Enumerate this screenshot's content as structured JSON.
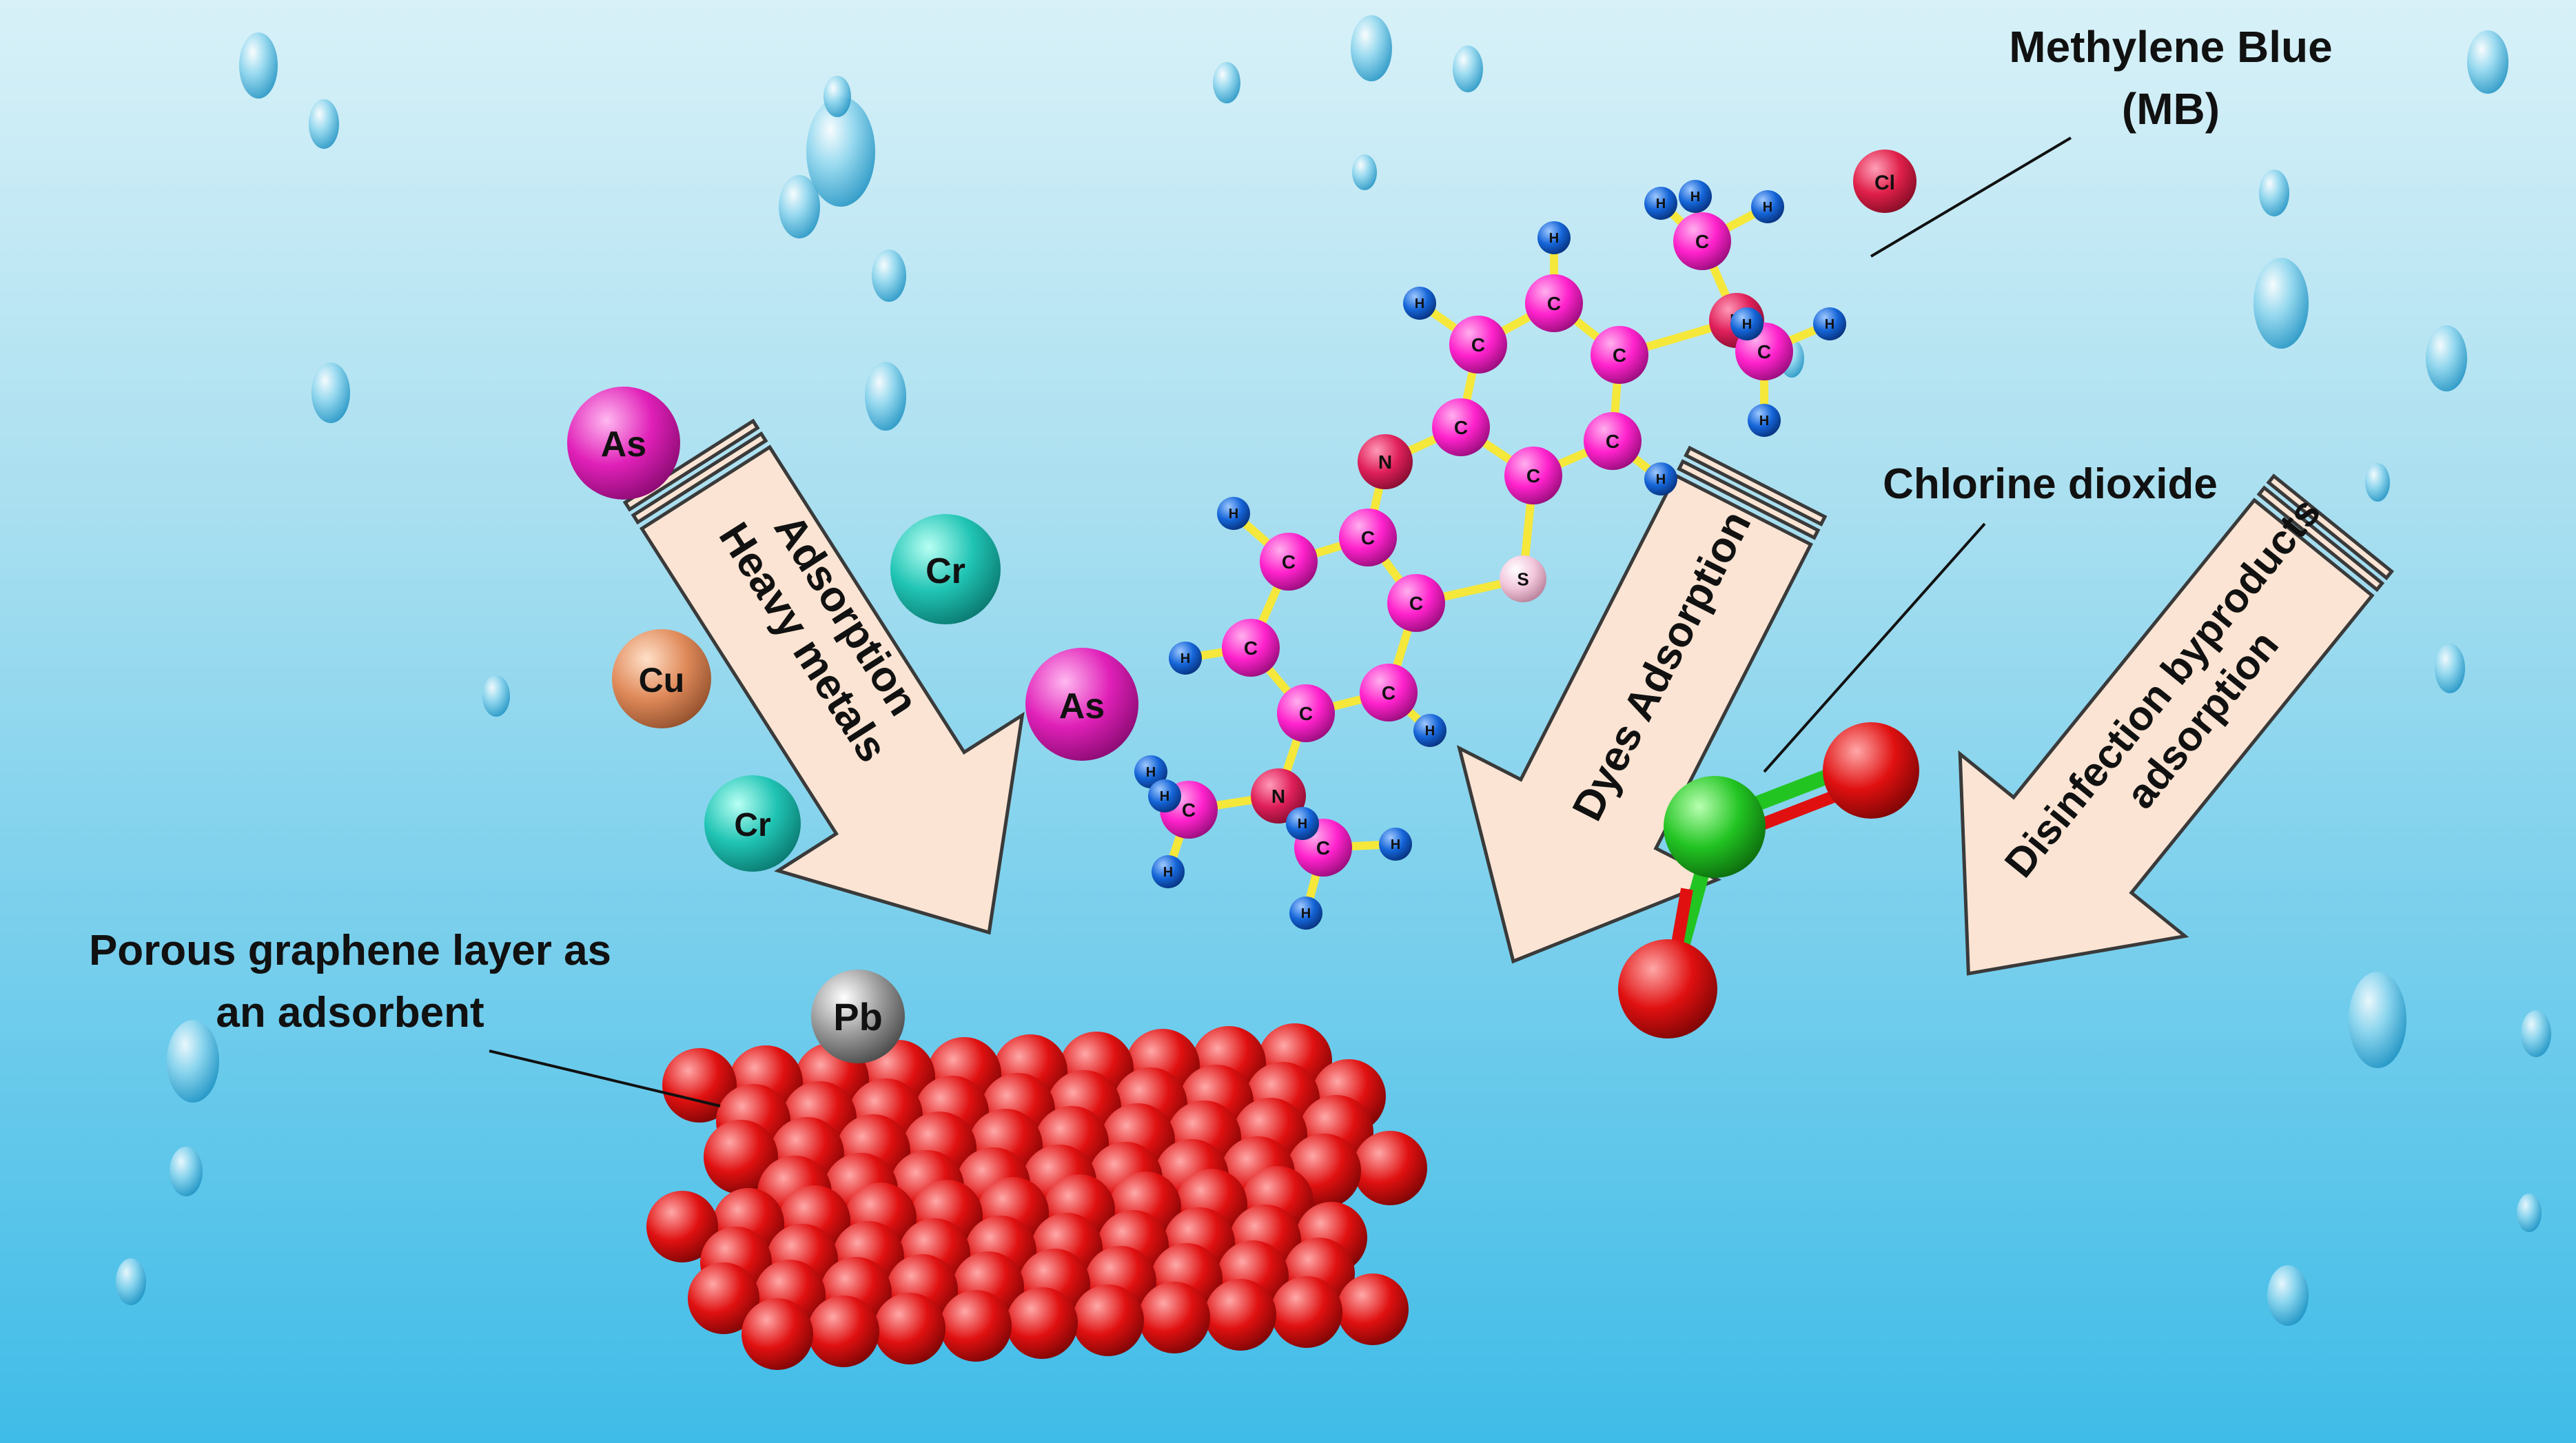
{
  "labels": {
    "methylene_blue_line1": "Methylene Blue",
    "methylene_blue_line2": "(MB)",
    "chlorine_dioxide": "Chlorine dioxide",
    "graphene_line1": "Porous graphene layer as",
    "graphene_line2": "an adsorbent"
  },
  "arrows": {
    "heavy_metals_line1": "Heavy metals",
    "heavy_metals_line2": "Adsorption",
    "dyes": "Dyes Adsorption",
    "dbp_line1": "Disinfection byproducts",
    "dbp_line2": "adsorption"
  },
  "ions": {
    "as": "As",
    "cr": "Cr",
    "cu": "Cu",
    "pb": "Pb",
    "cl": "Cl"
  },
  "mb_atoms": {
    "c": "C",
    "h": "H",
    "n": "N",
    "s": "S"
  },
  "colors": {
    "water_top": "#a9dff0",
    "water_bottom": "#3fbce8",
    "arrow_fill": "#fbe4d3",
    "arrow_stroke": "#3a3a3a",
    "carbon_atom": "#ff22cc",
    "hydrogen_atom": "#1565d8",
    "nitrogen_atom": "#e0205a",
    "sulfur_atom": "#f2c6dc",
    "bond": "#f5e83a",
    "arsenic": "#e020b8",
    "chromium": "#20c4b4",
    "copper": "#e08a5a",
    "lead": "#9a9a9a",
    "chlorine": "#e0204a",
    "clo2_cl": "#22c422",
    "clo2_o": "#e01010",
    "graphene_atom": "#e81515",
    "graphene_bond": "#2aa8e8"
  }
}
